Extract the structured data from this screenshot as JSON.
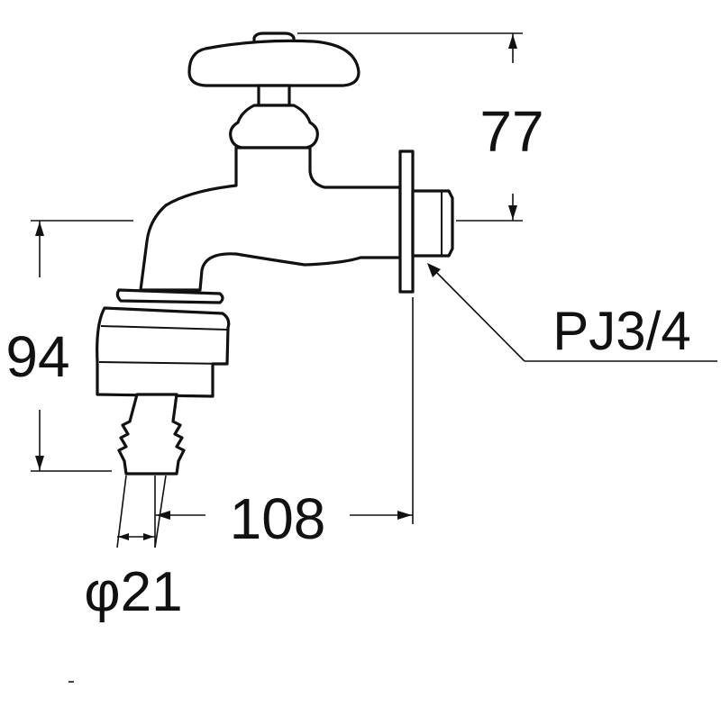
{
  "drawing": {
    "dim_height_top": "77",
    "dim_height_left": "94",
    "dim_length": "108",
    "dim_diameter": "φ21",
    "thread_label": "PJ3/4"
  },
  "colors": {
    "line": "#111111",
    "background": "#ffffff"
  }
}
